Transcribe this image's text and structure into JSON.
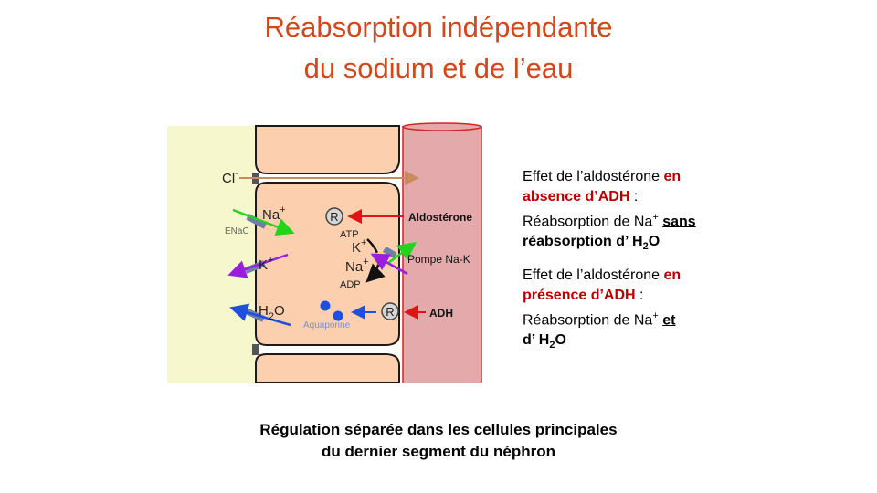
{
  "title": {
    "line1": "Réabsorption indépendante",
    "line2": "du sodium et de l’eau"
  },
  "diagram": {
    "cl_label": "Cl",
    "cl_charge": "-",
    "na_label": "Na",
    "na_charge": "+",
    "enac_label": "ENaC",
    "k_label": "K",
    "k_charge": "+",
    "h2o_h": "H",
    "h2o_2": "2",
    "h2o_o": "O",
    "aquaporine_label": "Aquaporine",
    "receptor_label": "R",
    "atp_label": "ATP",
    "adp_label": "ADP",
    "k_inner": "K",
    "na_inner": "Na",
    "aldosterone_label": "Aldostérone",
    "pompe_label": "Pompe Na-K",
    "adh_label": "ADH",
    "colors": {
      "lumen": "#f6f7cc",
      "cell": "#fcd0ae",
      "blood": "#e4a9ab",
      "blood_border": "#d42525"
    }
  },
  "effect1": {
    "line1_a": "Effet de l’aldostérone ",
    "line1_b": "en",
    "line2_a": "absence d’ADH",
    "line2_b": " :",
    "line3_a": "Réabsorption de Na",
    "line3_sup": "+",
    "line3_b": " ",
    "line3_c": "sans",
    "line4_a": "réabsorption d’ H",
    "line4_sub": "2",
    "line4_b": "O"
  },
  "effect2": {
    "line1_a": "Effet de l’aldostérone ",
    "line1_b": "en",
    "line2_a": "présence d’ADH",
    "line2_b": " :",
    "line3_a": "Réabsorption de Na",
    "line3_sup": "+",
    "line3_b": " ",
    "line3_c": "et",
    "line4_a": "d’ H",
    "line4_sub": "2",
    "line4_b": "O"
  },
  "caption": {
    "line1": "Régulation séparée dans les cellules principales",
    "line2": "du dernier segment du néphron"
  }
}
